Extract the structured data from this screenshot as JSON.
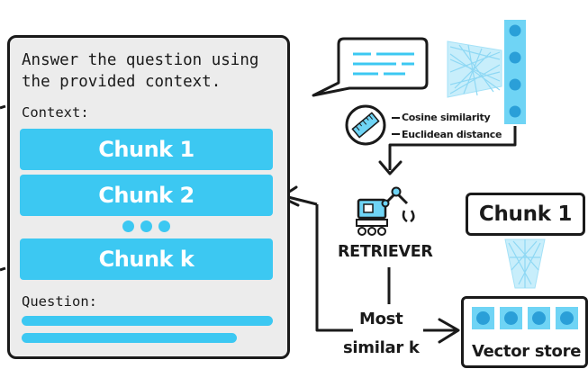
{
  "prompt": {
    "instruction_line1": "Answer the question using",
    "instruction_line2": "the provided context.",
    "context_label": "Context:",
    "chunks": [
      "Chunk 1",
      "Chunk 2",
      "Chunk k"
    ],
    "question_label": "Question:"
  },
  "similarity_metrics": [
    "Cosine similarity",
    "Euclidean distance"
  ],
  "retriever_label": "RETRIEVER",
  "retrieval_result": {
    "line1": "Most",
    "line2": "similar k"
  },
  "stored_chunk_label": "Chunk 1",
  "vector_store_label": "Vector store",
  "colors": {
    "accent": "#3cc8f2",
    "accent_light": "#6fd4f5",
    "accent_dark": "#2a9fd8",
    "panel_bg": "#ececec",
    "ink": "#1a1a1a"
  },
  "icons": [
    "speech-bubble-icon",
    "neural-network-icon",
    "ruler-icon",
    "robot-arm-icon",
    "vector-icon"
  ]
}
